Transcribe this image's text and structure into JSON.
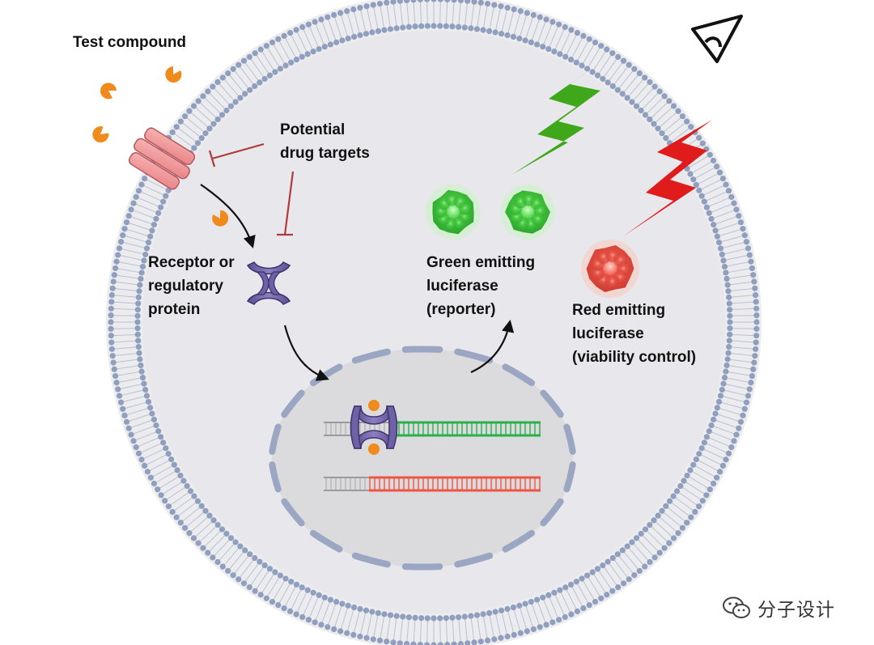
{
  "labels": {
    "test_compound": "Test compound",
    "drug_targets": [
      "Potential",
      "drug targets"
    ],
    "receptor": [
      "Receptor or",
      "regulatory",
      "protein"
    ],
    "green_luciferase": [
      "Green emitting",
      "luciferase",
      "(reporter)"
    ],
    "red_luciferase": [
      "Red emitting",
      "luciferase",
      "(viability control)"
    ]
  },
  "watermark": {
    "text": "分子设计",
    "icon": "wechat-icon"
  },
  "colors": {
    "cytoplasm": "#e9e9ec",
    "membrane_dots": "#8f9fbd",
    "nuclear_envelope": "#9aa6c2",
    "nucleus": "#dadadd",
    "compound": "#f08a1c",
    "transporter": "#f2999d",
    "receptor": "#6a5a9a",
    "inhibition_line": "#b03a3a",
    "green_luciferase": "#3bbf3b",
    "red_luciferase": "#e2463c",
    "green_bolt": "#3fa81a",
    "red_bolt": "#e01b1b",
    "dna_green": "#28b04a",
    "dna_red": "#ef5545",
    "dna_grey": "#9a9a9a"
  }
}
